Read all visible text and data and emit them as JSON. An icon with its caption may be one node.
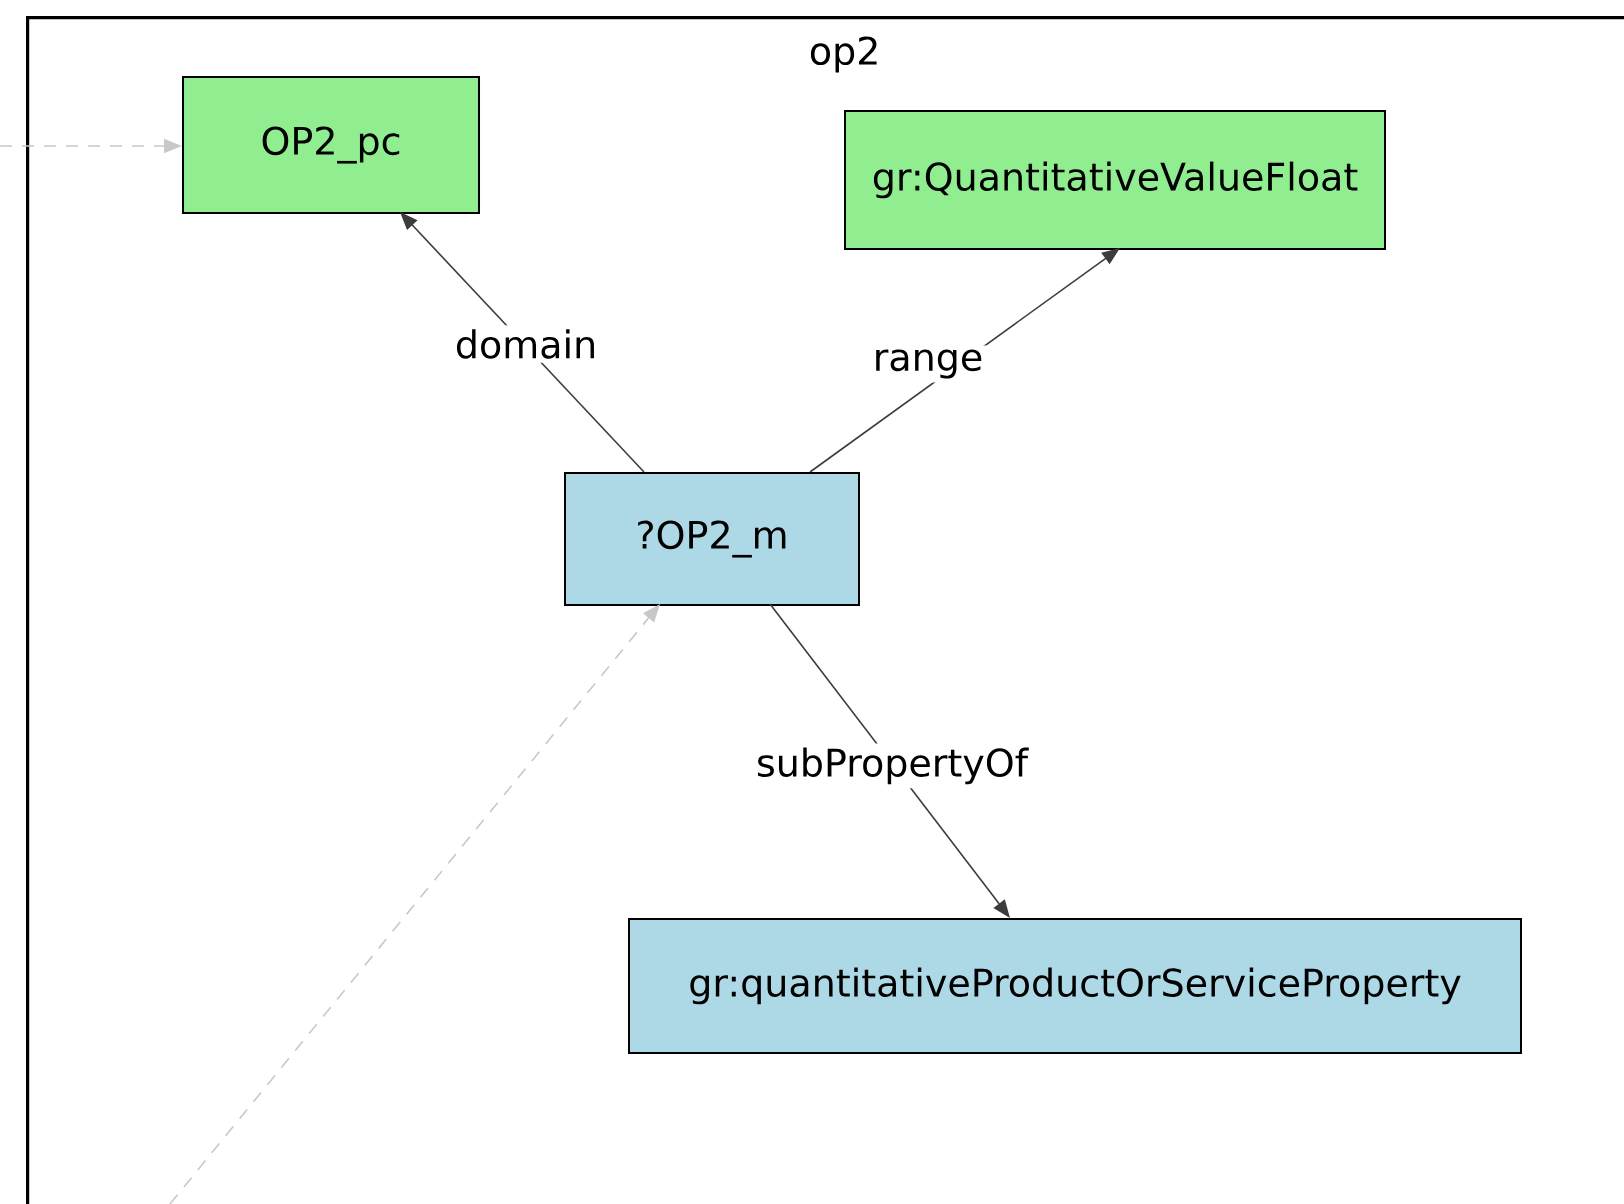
{
  "diagram": {
    "nodes": [
      {
        "text": [
          "op2"
        ]
      },
      {
        "text": [
          "OP2_pc"
        ],
        "in": 0
      },
      {
        "text": [
          "gr:QuantitativeValueFloat"
        ],
        "in": 0
      },
      {
        "text": [
          "?OP2_m"
        ],
        "in": 0
      },
      {
        "text": [
          "gr:quantitativeProductOrServiceProperty"
        ],
        "in": 0
      }
    ],
    "edges": [
      {
        "from": 3,
        "to": 1,
        "arrow": "to",
        "label": "domain"
      },
      {
        "from": 3,
        "to": 2,
        "arrow": "to",
        "label": "range"
      },
      {
        "from": 3,
        "to": 4,
        "arrow": "to",
        "label": "subPropertyOf"
      },
      {
        "from": null,
        "to": 1,
        "arrow": "to",
        "style": "dashed",
        "color": "#c8c8c8"
      },
      {
        "from": null,
        "to": 3,
        "arrow": "to",
        "style": "dashed",
        "color": "#c8c8c8"
      }
    ]
  }
}
